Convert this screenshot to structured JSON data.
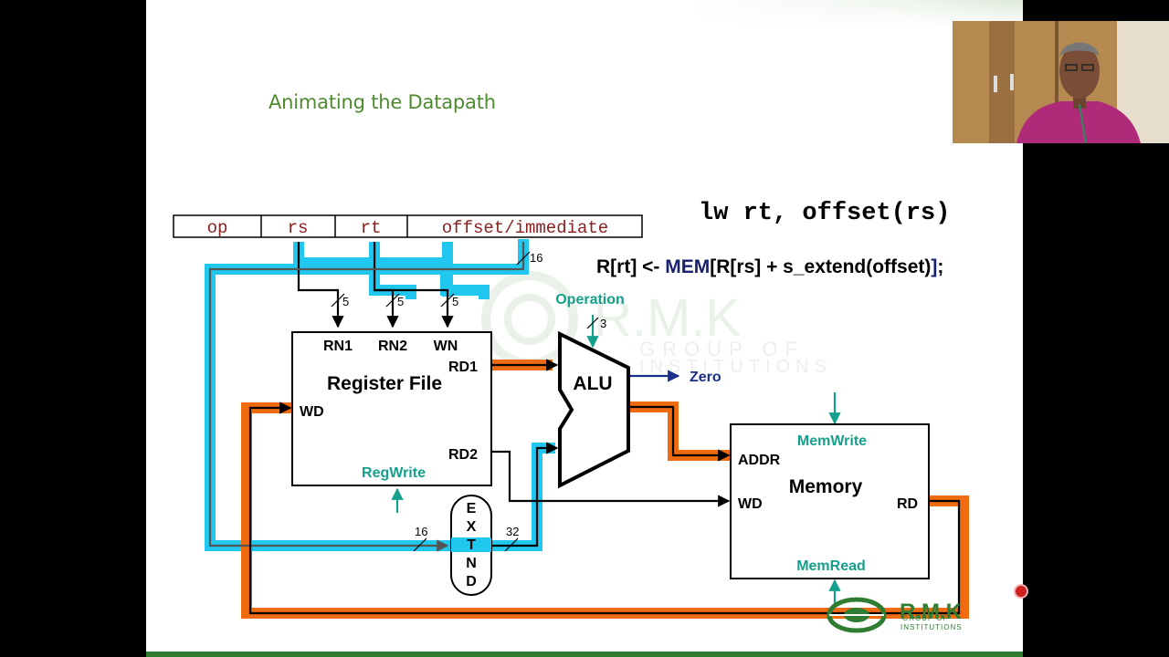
{
  "slide": {
    "title": "Animating the Datapath",
    "instruction": "lw rt, offset(rs)",
    "rtl": {
      "prefix": "R[rt] <- ",
      "mem": "MEM",
      "middle": "[R[rs] + s_extend(offset)",
      "close_bracket": "]",
      "end": ";"
    },
    "instr_fields": [
      "op",
      "rs",
      "rt",
      "offset/immediate"
    ],
    "bus_widths": {
      "offset": "16",
      "rn1": "5",
      "rn2": "5",
      "wn": "5",
      "alu_op": "3",
      "ext_in": "16",
      "ext_out": "32"
    },
    "register_file": {
      "title": "Register File",
      "rn1": "RN1",
      "rn2": "RN2",
      "wn": "WN",
      "rd1": "RD1",
      "rd2": "RD2",
      "wd": "WD",
      "control": "RegWrite"
    },
    "alu": {
      "label": "ALU",
      "operation": "Operation",
      "zero": "Zero"
    },
    "extend": [
      "E",
      "X",
      "T",
      "N",
      "D"
    ],
    "memory": {
      "title": "Memory",
      "addr": "ADDR",
      "wd": "WD",
      "rd": "RD",
      "mem_write": "MemWrite",
      "mem_read": "MemRead"
    },
    "watermark": {
      "line1": "R.M.K",
      "line2": "GROUP OF",
      "line3": "INSTITUTIONS"
    },
    "logo": {
      "name": "R.M.K",
      "sub1": "GROUP OF",
      "sub2": "INSTITUTIONS"
    }
  },
  "colors": {
    "title": "#4e8a2f",
    "highlight_cyan": "#20c8f0",
    "highlight_orange": "#f06a10",
    "control_teal": "#14a08c",
    "zero_blue": "#1a2f8a",
    "mem_navy": "#1a2070",
    "field_text": "#8a2020",
    "bar_green": "#2f7d32"
  },
  "icons": {
    "recording": "record-dot-icon",
    "logo": "rmk-logo-icon"
  }
}
